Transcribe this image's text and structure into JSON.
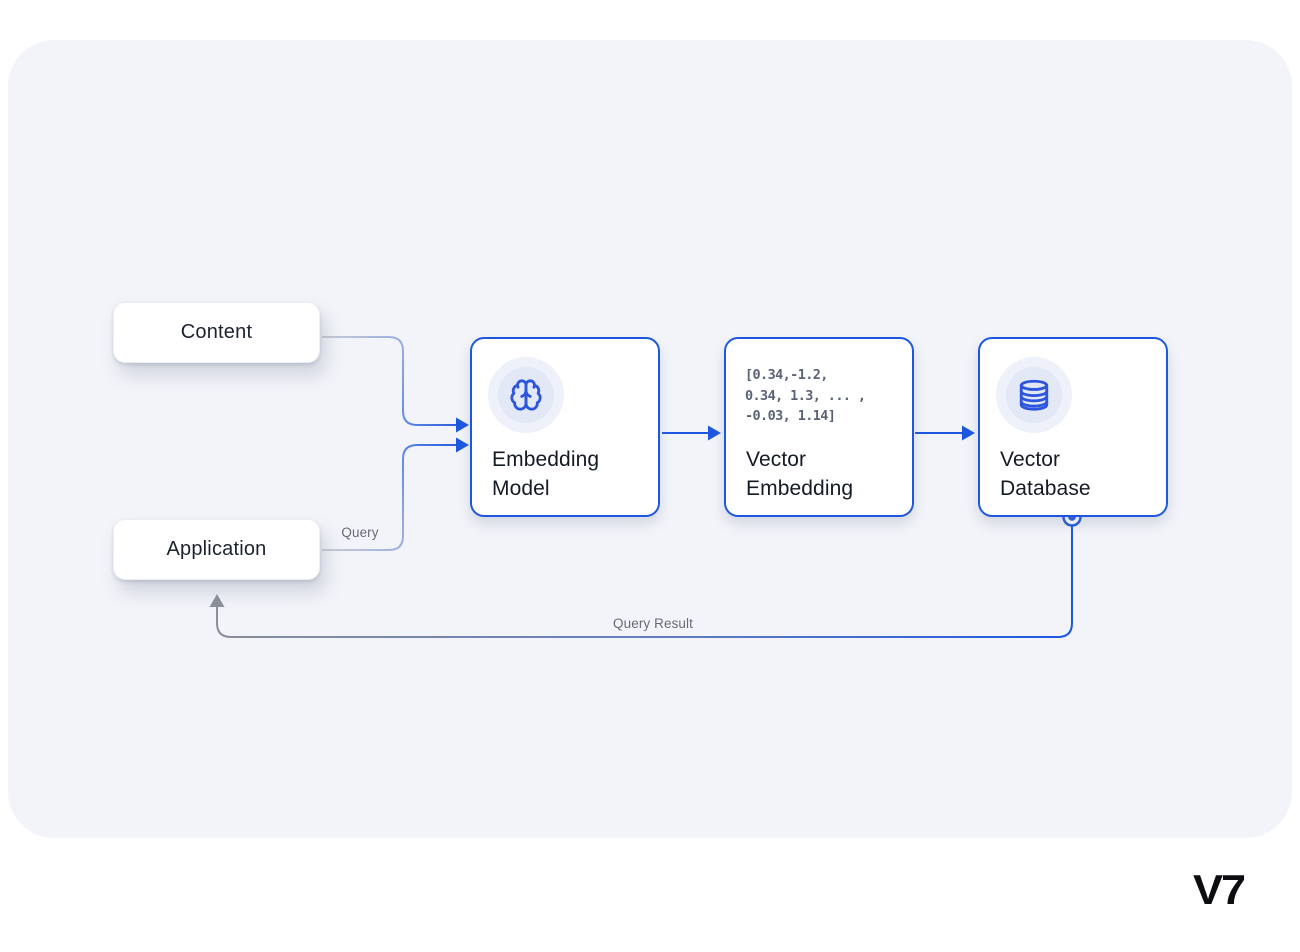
{
  "panel": {
    "bg": "#f2f4f9"
  },
  "colors": {
    "accent_blue": "#1d57e0",
    "icon_blue": "#2d56dd",
    "line_start_gray": "#c9ccd4",
    "line_mid_blue": "#93abe2",
    "return_line_gray": "#8a9099",
    "label_gray": "#666c78",
    "code_text": "#5a6275",
    "title_text": "#141a26",
    "logo_black": "#0b0d10"
  },
  "nodes": {
    "content": {
      "label": "Content"
    },
    "application": {
      "label": "Application"
    },
    "embedding_model": {
      "title": "Embedding Model",
      "icon": "brain-icon"
    },
    "vector_embedding": {
      "title": "Vector Embedding",
      "code_lines": [
        "[0.34,-1.2,",
        "0.34, 1.3, ... ,",
        "-0.03, 1.14]"
      ]
    },
    "vector_database": {
      "title": "Vector Database",
      "icon": "database-icon"
    }
  },
  "edges": {
    "query": {
      "label": "Query"
    },
    "query_result": {
      "label": "Query Result"
    }
  },
  "logo": {
    "text": "V7"
  }
}
